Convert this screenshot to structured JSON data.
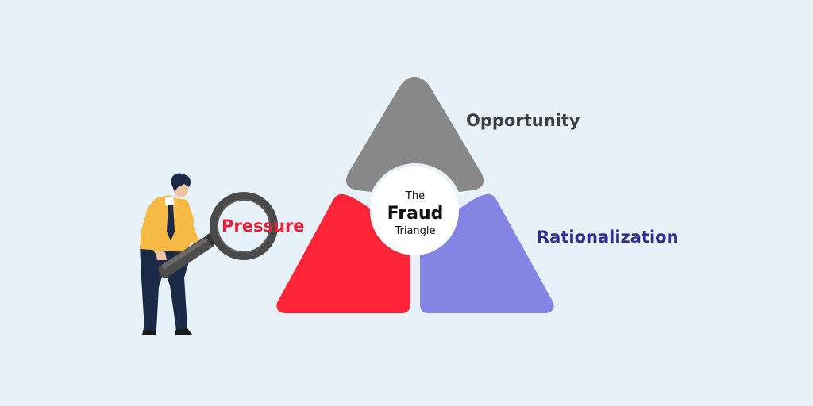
{
  "diagram": {
    "center": {
      "line1": "The",
      "line2": "Fraud",
      "line3": "Triangle"
    },
    "segments": [
      {
        "id": "opportunity",
        "label": "Opportunity",
        "color": "#888888",
        "label_color": "#3f3f3f"
      },
      {
        "id": "pressure",
        "label": "Pressure",
        "color": "#fd2537",
        "label_color": "#ee1c34"
      },
      {
        "id": "rationalization",
        "label": "Rationalization",
        "color": "#8584e4",
        "label_color": "#2e2f8f"
      }
    ]
  },
  "illustration": {
    "figure": "person-with-magnifying-glass",
    "shirt_color": "#f5b944",
    "trousers_color": "#1b2b47",
    "magnifier_rim_color": "#4a4a4a"
  },
  "background_color": "#e6f1fa"
}
